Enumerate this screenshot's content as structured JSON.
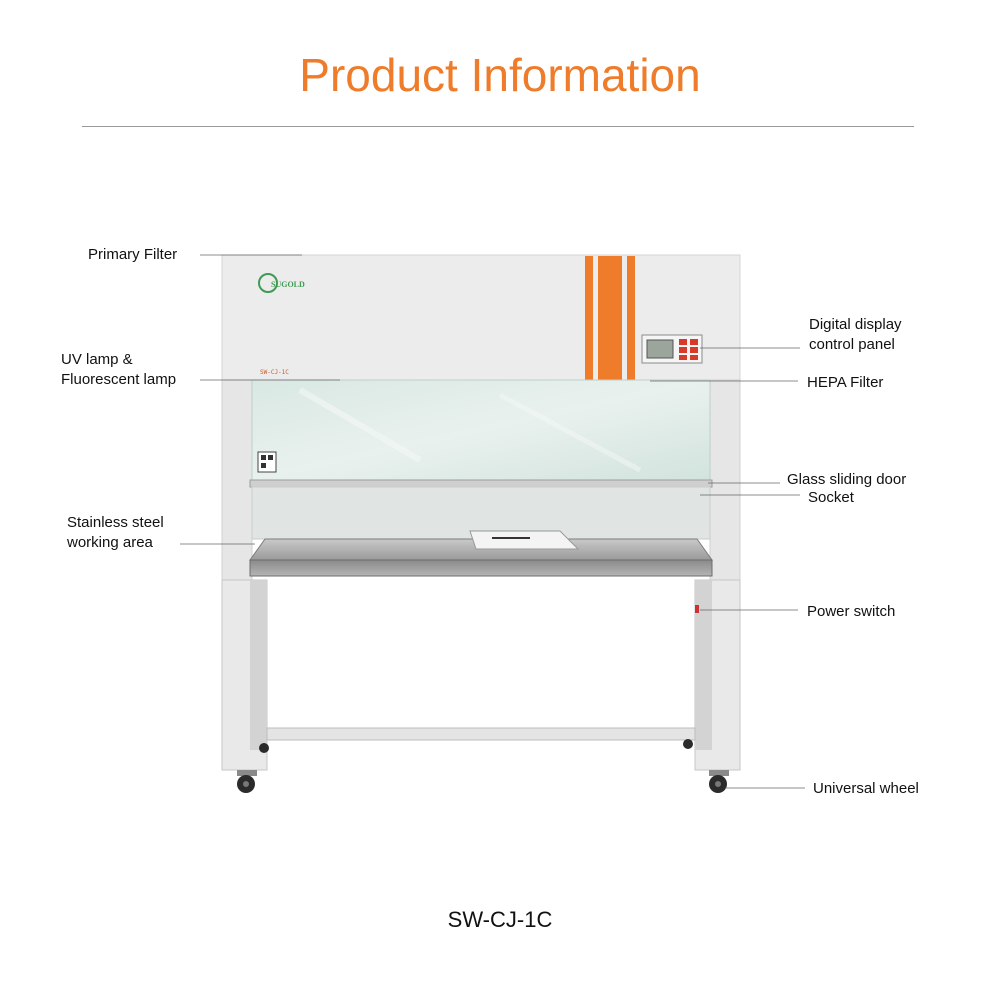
{
  "header": {
    "title": "Product Information"
  },
  "product": {
    "brand": "SUGOLD",
    "front_marking": "SW-CJ-1C",
    "model": "SW-CJ-1C"
  },
  "labels": {
    "primary_filter": "Primary Filter",
    "uv_lamp_line1": "UV lamp &",
    "uv_lamp_line2": "Fluorescent lamp",
    "stainless_line1": "Stainless steel",
    "stainless_line2": "working area",
    "digital_line1": "Digital display",
    "digital_line2": "control panel",
    "hepa": "HEPA Filter",
    "glass_door": "Glass sliding door",
    "socket": "Socket",
    "power_switch": "Power switch",
    "universal_wheel": "Universal wheel"
  },
  "colors": {
    "accent": "#EE7C2A",
    "text": "#111111",
    "body_panel": "#ececec"
  }
}
